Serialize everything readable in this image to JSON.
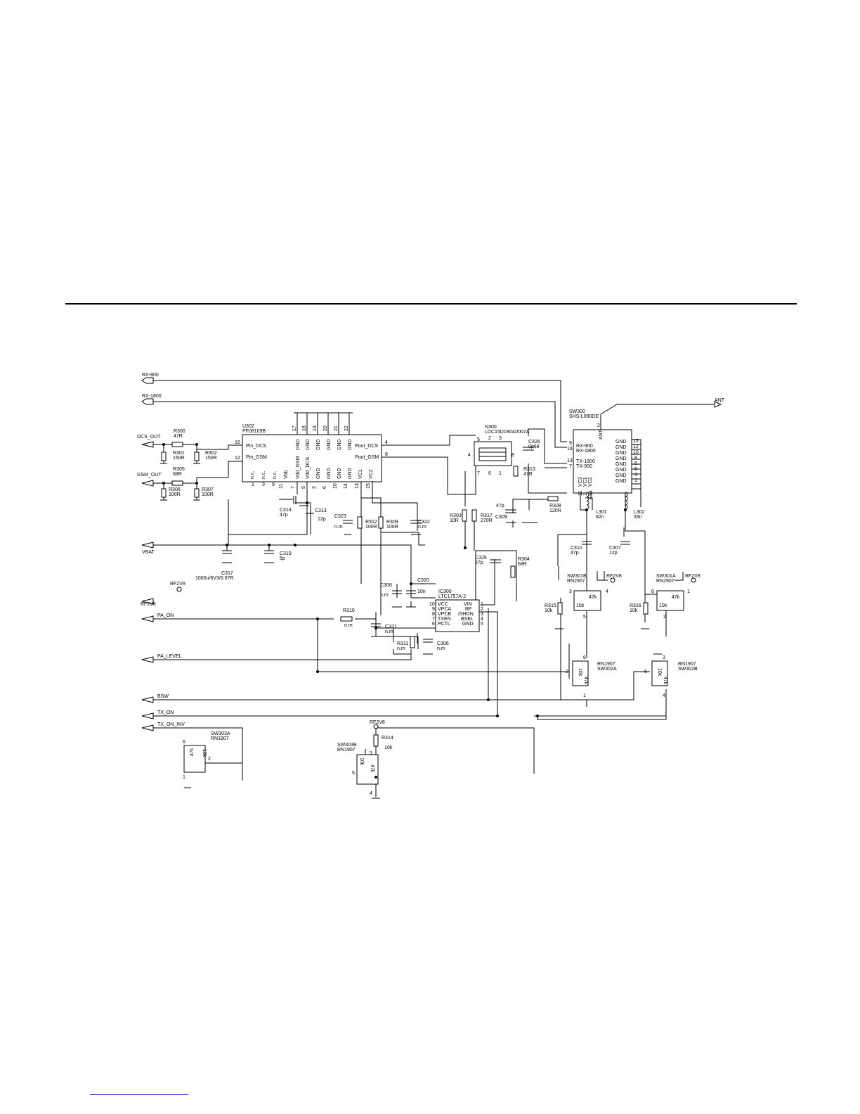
{
  "ports": {
    "rx900": "RX-900",
    "rx1800": "RX-1800",
    "dcs_out": "DCS_OUT",
    "gsm_out": "GSM_OUT",
    "vbat": "VBAT",
    "rf2v8_in": "RF2V8",
    "pa_on": "PA_ON",
    "pa_level": "PA_LEVEL",
    "bsw": "BSW",
    "tx_on": "TX_ON",
    "tx_on_inv": "TX_ON_INV",
    "ant": "ANT",
    "rf2v8": "RF2V8"
  },
  "u302": {
    "ref": "U302",
    "part": "PF08109B",
    "pin_labels": [
      "Pin_DCS",
      "Pin_GSM",
      "Pout_DCS",
      "Pout_GSM"
    ],
    "bottom_labels": [
      "n.c.",
      "n.c.",
      "n.c.",
      "Vbb",
      "Vdd_GSM",
      "Vdd_DCS",
      "GND",
      "GND",
      "GND",
      "GND",
      "VC1",
      "VC2"
    ],
    "top_labels": [
      "GND",
      "GND",
      "GND",
      "GND",
      "GND",
      "GND"
    ],
    "top_pins": [
      "17",
      "18",
      "19",
      "20",
      "21",
      "22"
    ],
    "bottom_pins": [
      "1",
      "3",
      "9",
      "11",
      "7",
      "5",
      "2",
      "6",
      "10",
      "14",
      "13",
      "15"
    ],
    "left_pins": [
      "16",
      "12"
    ],
    "right_pins": [
      "4",
      "8"
    ]
  },
  "n300": {
    "ref": "N300",
    "part": "LDC15D190A0007A",
    "pins": [
      "5",
      "2",
      "3",
      "4",
      "8",
      "6",
      "7",
      "1"
    ]
  },
  "sw300": {
    "ref": "SW300",
    "part": "SHS-L090DE",
    "ant_label": "ANT",
    "ant_pin": "2",
    "left_labels": [
      "RX-900",
      "RX-1800",
      "TX-1800",
      "TX-900"
    ],
    "left_pins": [
      "9",
      "16",
      "13",
      "7"
    ],
    "vc_labels": [
      "VC3",
      "VC1",
      "VC2"
    ],
    "vc_pins": [
      "11",
      "1",
      "14"
    ],
    "gnd_label": "GND",
    "gnd_pins": [
      "15",
      "12",
      "10",
      "8",
      "6",
      "5",
      "3",
      "1"
    ]
  },
  "ic300": {
    "ref": "IC300",
    "part": "LTC1757A-2",
    "left_labels": [
      "VCC",
      "VPCA",
      "VPCB",
      "TXEN",
      "PCTL"
    ],
    "right_labels": [
      "VIN",
      "RF",
      "/SHDN",
      "BSEL",
      "GND"
    ],
    "left_pins": [
      "10",
      "9",
      "8",
      "7",
      "6"
    ],
    "right_pins": [
      "1",
      "2",
      "3",
      "4",
      "5"
    ]
  },
  "resistors": [
    {
      "ref": "R300",
      "value": "47R"
    },
    {
      "ref": "R301",
      "value": "150R"
    },
    {
      "ref": "R302",
      "value": "150R"
    },
    {
      "ref": "R305",
      "value": "68R"
    },
    {
      "ref": "R306",
      "value": "100R"
    },
    {
      "ref": "R307",
      "value": "100R"
    },
    {
      "ref": "R312",
      "value": "100R"
    },
    {
      "ref": "R309",
      "value": "100R"
    },
    {
      "ref": "R303",
      "value": "10R"
    },
    {
      "ref": "R317",
      "value": "270R"
    },
    {
      "ref": "R313",
      "value": "47R"
    },
    {
      "ref": "R308",
      "value": "120R"
    },
    {
      "ref": "R304",
      "value": "68R"
    },
    {
      "ref": "R310",
      "value": "n.m"
    },
    {
      "ref": "R311",
      "value": "n.m"
    },
    {
      "ref": "R315",
      "value": "10k"
    },
    {
      "ref": "R316",
      "value": "10k"
    },
    {
      "ref": "R314",
      "value": "10k"
    }
  ],
  "capacitors": [
    {
      "ref": "C314",
      "value": "47p"
    },
    {
      "ref": "C313",
      "value": "12p"
    },
    {
      "ref": "C323",
      "value": "n.m"
    },
    {
      "ref": "C322",
      "value": "n.m"
    },
    {
      "ref": "C319",
      "value": "5p"
    },
    {
      "ref": "C317",
      "value": "1000u/6V3/0.07R"
    },
    {
      "ref": "C326",
      "value": "0p68"
    },
    {
      "ref": "C309",
      "value": "47p"
    },
    {
      "ref": "C325",
      "value": "27p"
    },
    {
      "ref": "C308",
      "value": "n.m"
    },
    {
      "ref": "C320",
      "value": "10n"
    },
    {
      "ref": "C321",
      "value": "n.m"
    },
    {
      "ref": "C306",
      "value": "n.m"
    },
    {
      "ref": "C310",
      "value": "47p"
    },
    {
      "ref": "C307",
      "value": "12p"
    }
  ],
  "inductors": [
    {
      "ref": "L301",
      "value": "82n"
    },
    {
      "ref": "L302",
      "value": "33n"
    }
  ],
  "transistors": [
    {
      "ref": "SW301B",
      "part": "RN2907",
      "r1": "47k",
      "r2": "10k",
      "pins": [
        "3",
        "4",
        "5"
      ]
    },
    {
      "ref": "SW301A",
      "part": "RN2907",
      "r1": "47k",
      "r2": "10k",
      "pins": [
        "6",
        "1",
        "2"
      ]
    },
    {
      "ref": "SW302A",
      "part": "RN1907",
      "r1": "10k",
      "r2": "47k",
      "pins": [
        "6",
        "2",
        "1"
      ]
    },
    {
      "ref": "SW302B",
      "part": "RN1907",
      "r1": "10k",
      "r2": "47k",
      "pins": [
        "3",
        "5",
        "4"
      ]
    },
    {
      "ref": "SW303A",
      "part": "RN1907",
      "r1": "10k",
      "r2": "47k",
      "pins": [
        "6",
        "2",
        "1"
      ]
    },
    {
      "ref": "SW303B",
      "part": "RN1907",
      "r1": "10k",
      "r2": "47k",
      "pins": [
        "3",
        "5",
        "4"
      ]
    }
  ]
}
